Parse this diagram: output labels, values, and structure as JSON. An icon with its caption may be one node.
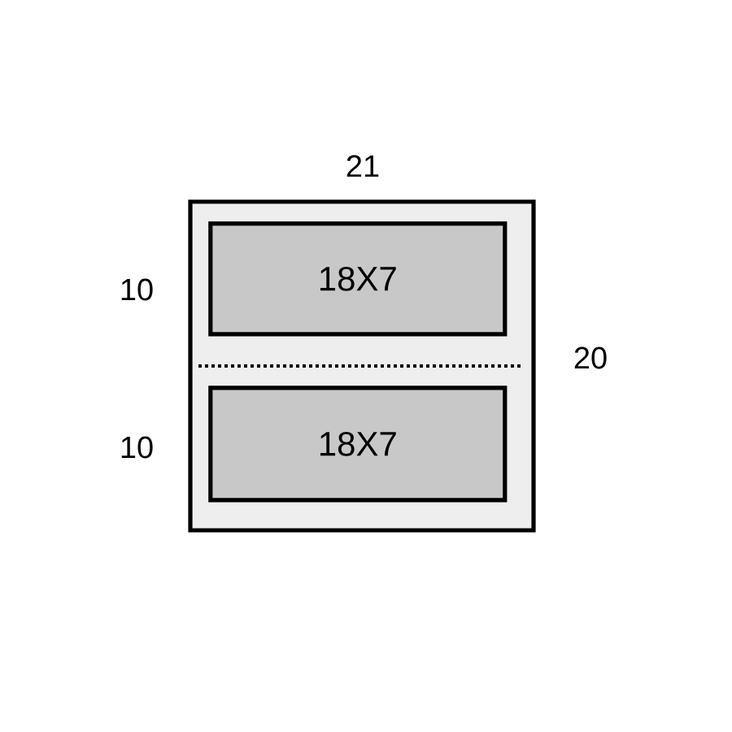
{
  "diagram": {
    "nodes": [
      {
        "text": [],
        "shape": "box"
      },
      {
        "text": [
          "18X7"
        ],
        "in": 0
      },
      {
        "text": [
          "18X7"
        ],
        "in": 0
      }
    ],
    "labels": [
      "21",
      "10",
      "20",
      "10"
    ]
  }
}
